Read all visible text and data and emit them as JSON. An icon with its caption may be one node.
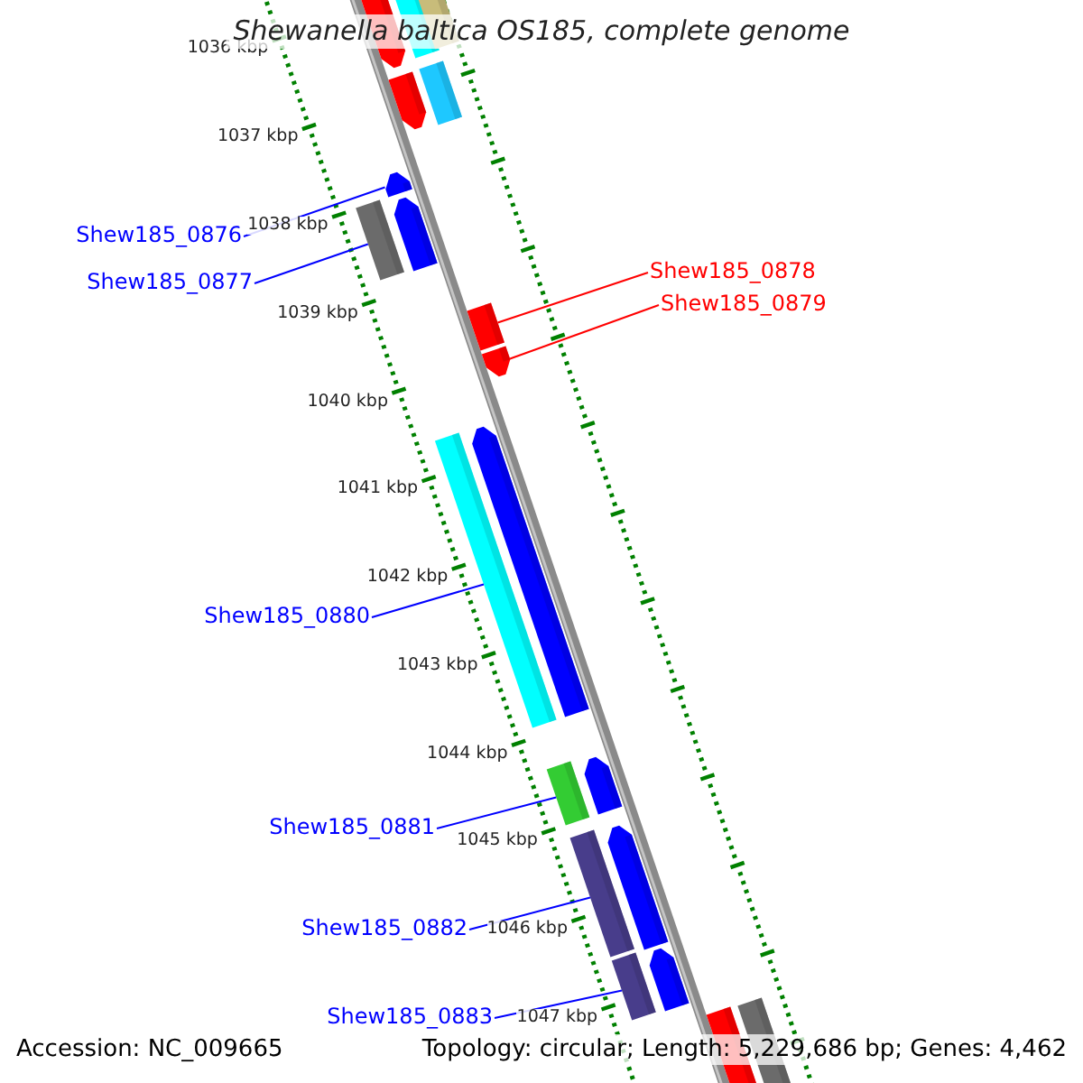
{
  "diagram": {
    "title": "Shewanella baltica OS185, complete genome",
    "nodes": [
      {
        "text": [
          "Shew185_0876"
        ]
      },
      {
        "text": [],
        "shape": "bar"
      },
      {
        "text": [
          "Shew185_0877"
        ]
      },
      {
        "text": [],
        "shape": "bar"
      },
      {
        "text": [
          "Shew185_0878"
        ]
      },
      {
        "text": [],
        "shape": "bar"
      },
      {
        "text": [
          "Shew185_0879"
        ]
      },
      {
        "text": [],
        "shape": "bar"
      },
      {
        "text": [
          "Shew185_0880"
        ]
      },
      {
        "text": [],
        "shape": "bar"
      },
      {
        "text": [
          "Shew185_0881"
        ]
      },
      {
        "text": [],
        "shape": "bar"
      },
      {
        "text": [
          "Shew185_0882"
        ]
      },
      {
        "text": [],
        "shape": "bar"
      },
      {
        "text": [
          "Shew185_0883"
        ]
      },
      {
        "text": [],
        "shape": "bar"
      }
    ],
    "edges": [
      {
        "from": 0,
        "to": 1,
        "arrow": "none"
      },
      {
        "from": 2,
        "to": 3,
        "arrow": "none"
      },
      {
        "from": 4,
        "to": 5,
        "arrow": "none",
        "color": "#ff0000"
      },
      {
        "from": 6,
        "to": 7,
        "arrow": "none",
        "color": "#ff0000"
      },
      {
        "from": 8,
        "to": 9,
        "arrow": "none"
      },
      {
        "from": 10,
        "to": 11,
        "arrow": "none"
      },
      {
        "from": 12,
        "to": 13,
        "arrow": "none"
      },
      {
        "from": 14,
        "to": 15,
        "arrow": "none"
      }
    ],
    "labels": [
      "1036 kbp",
      "1037 kbp",
      "1038 kbp",
      "1039 kbp",
      "1040 kbp",
      "1041 kbp",
      "1042 kbp",
      "1043 kbp",
      "1044 kbp",
      "1045 kbp",
      "1046 kbp",
      "1047 kbp",
      "Accession: NC_009665",
      "Topology: circular; Length: 5,229,686 bp; Genes: 4,462"
    ]
  }
}
